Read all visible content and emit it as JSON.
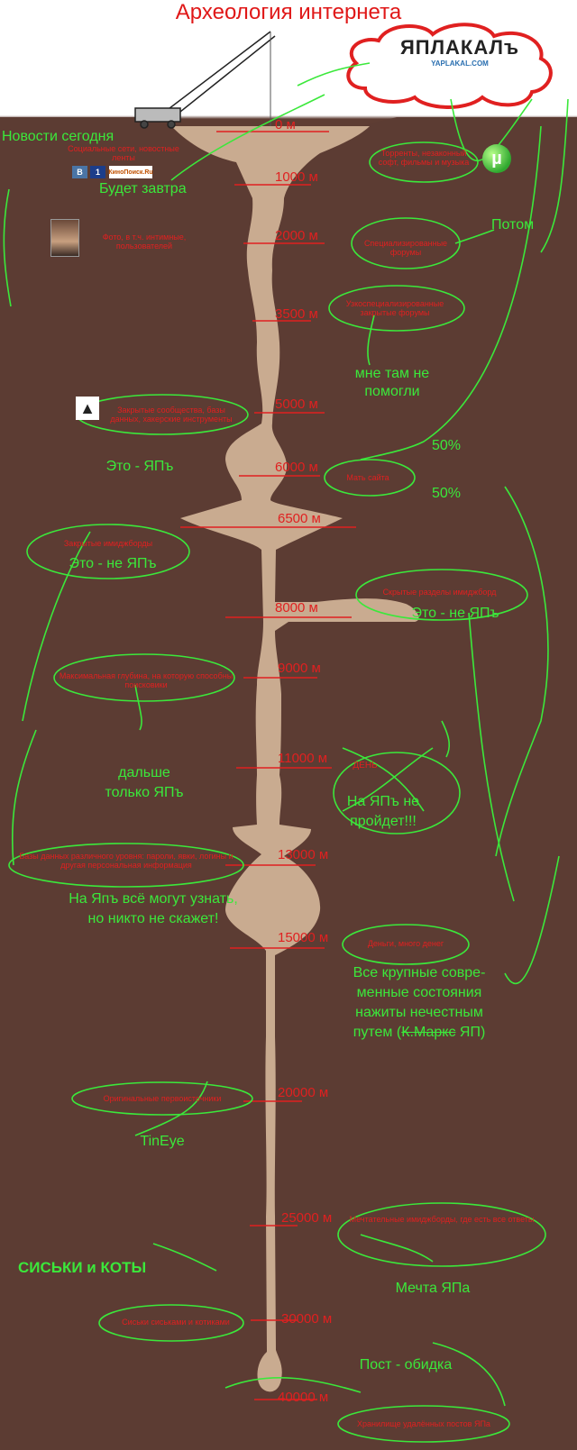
{
  "title": "Археология интернета",
  "logo": {
    "main": "ЯПЛАКАЛъ",
    "sub": "YAPLAKAL.COM"
  },
  "badges": {
    "vk": "В",
    "first": "1",
    "kinopoisk": "КиноПоиск.Ru"
  },
  "depths": [
    "0 м",
    "1000 м",
    "2000 м",
    "3500 м",
    "5000 м",
    "6000 м",
    "6500 м",
    "8000 м",
    "9000 м",
    "11000 м",
    "13000 м",
    "15000 м",
    "20000 м",
    "25000 м",
    "30000 м",
    "40000 м"
  ],
  "red_notes": {
    "social": "Социальные сети, новостные ленты",
    "torrents": "Торренты, незаконный софт, фильмы и музыка",
    "photo": "Фото, в т.ч. интимные, пользователей",
    "specialized": "Специализированные форумы",
    "niche": "Узкоспециализированные закрытые форумы",
    "closed": "Закрытые сообщества, базы данных, хакерские инструменты",
    "deep_page": "Мать сайта",
    "closed_forums": "Закрытые имиджборды",
    "hidden": "Скрытые разделы имиджборд",
    "max_depth": "Максимальная глубина, на которую способны поисковики",
    "databases": "Базы данных различного уровня: пароли, явки, логины и другая персональная информация",
    "money": "Деньги, много денег",
    "original_source": "Оригинальные первоисточники",
    "dreams": "Мечтательные имиджборды, где есть все ответы",
    "kittens": "Сиськи сиськами и котиками",
    "archive": "Хранилище удалённых постов ЯПа"
  },
  "green_notes": {
    "news_today": "Новости сегодня",
    "tomorrow": "Будет завтра",
    "later": "Потом",
    "no_help_1": "мне там не",
    "no_help_2": "помогли",
    "this_yap": "Это - ЯПъ",
    "fifty1": "50%",
    "fifty2": "50%",
    "not_yap1": "Это - не ЯПъ",
    "not_yap2": "Это - не ЯПъ",
    "only_yap_1": "дальше",
    "only_yap_2": "только ЯПъ",
    "wont_pass_1": "На ЯПъ не",
    "wont_pass_2": "пройдет!!!",
    "know_1": "На Япъ всё могут узнать,",
    "know_2": "но никто не скажет!",
    "fortunes_1": "Все крупные совре-",
    "fortunes_2": "менные состояния",
    "fortunes_3": "нажиты нечестным",
    "fortunes_4a": "путем (",
    "fortunes_4b": "К.Маркс",
    "fortunes_4c": " ЯП)",
    "tineye": "TinEye",
    "boobs": "СИСЬКИ и КОТЫ",
    "dream": "Мечта ЯПа",
    "post": "Пост - обидка",
    "crossed": "ДЕНЬ"
  },
  "colors": {
    "red": "#e02020",
    "green": "#3be83b",
    "shaft": "#c9ab90",
    "ground": "#5a3b32"
  }
}
